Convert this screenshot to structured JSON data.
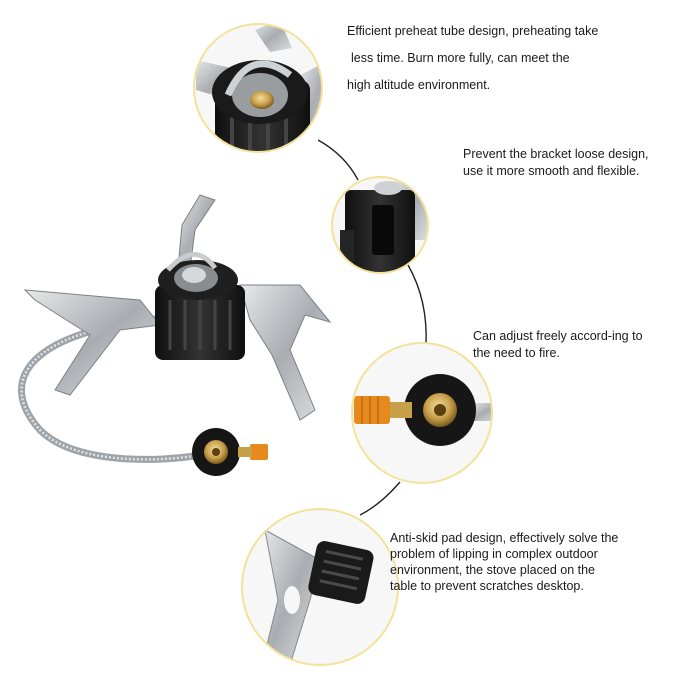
{
  "captions": {
    "preheat": [
      "Efficient preheat tube design, preheating take",
      "less time. Burn more fully, can meet the",
      "high altitude environment."
    ],
    "bracket": [
      "Prevent the bracket loose design,",
      "use it more smooth and flexible."
    ],
    "adjust": [
      "Can adjust freely accord-ing to",
      "the need to fire."
    ],
    "antiskid": [
      "Anti-skid pad design, effectively solve the",
      "problem of lipping in complex outdoor",
      "environment, the stove placed on the",
      "table to prevent scratches desktop."
    ]
  },
  "colors": {
    "circle_outline": "#f2e29a",
    "connector": "#222222",
    "steel": "#b9bcbf",
    "black_part": "#1c1c1c",
    "brass": "#c9a04a",
    "orange_valve": "#e8891e"
  }
}
